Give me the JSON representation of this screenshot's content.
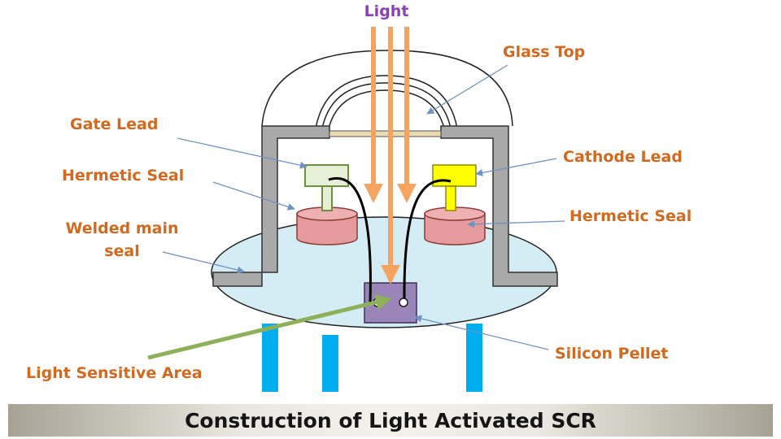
{
  "diagram": {
    "title": "Construction of Light Activated SCR",
    "labels": {
      "light": "Light",
      "glass_top": "Glass Top",
      "gate_lead": "Gate Lead",
      "hermetic_seal_left": "Hermetic Seal",
      "welded_main_seal_line1": "Welded main",
      "welded_main_seal_line2": "seal",
      "cathode_lead": "Cathode Lead",
      "hermetic_seal_right": "Hermetic Seal",
      "silicon_pellet": "Silicon Pellet",
      "light_sensitive_area": "Light Sensitive Area"
    },
    "colors": {
      "label_text": "#d2691e",
      "light_label": "#8a3fb8",
      "light_rays": "#f4a460",
      "housing": "#a9a9a9",
      "base_disc": "#d4ecf4",
      "seal": "#e59b9b",
      "gate_lead": "#e6f0d6",
      "cathode_lead": "#ffff00",
      "silicon_pellet": "#9a85b8",
      "pins": "#00aeef",
      "pointer_arrow": "#8fb05a",
      "leader_lines": "#6f93c2"
    }
  }
}
